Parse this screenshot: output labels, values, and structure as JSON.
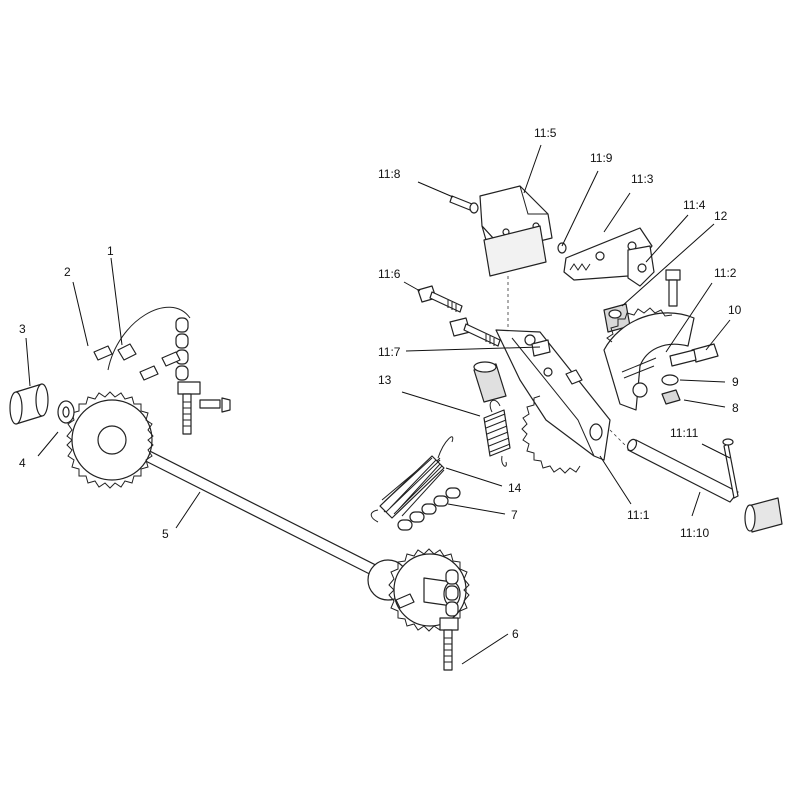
{
  "callouts": {
    "c1": "1",
    "c2": "2",
    "c3": "3",
    "c4": "4",
    "c5": "5",
    "c6": "6",
    "c7": "7",
    "c8": "8",
    "c9": "9",
    "c10": "10",
    "c11_1": "11:1",
    "c11_2": "11:2",
    "c11_3": "11:3",
    "c11_4": "11:4",
    "c11_5": "11:5",
    "c11_6": "11:6",
    "c11_7": "11:7",
    "c11_8": "11:8",
    "c11_9": "11:9",
    "c11_10": "11:10",
    "c11_11": "11:11",
    "c12": "12",
    "c13": "13",
    "c14": "14"
  }
}
